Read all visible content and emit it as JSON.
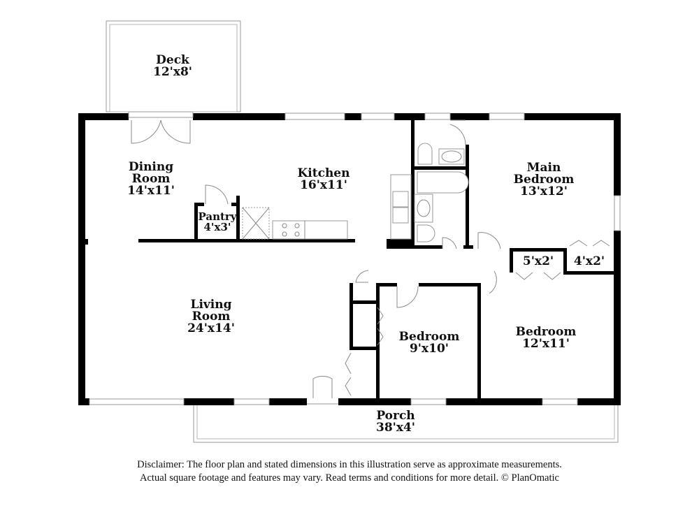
{
  "floorplan": {
    "rooms": [
      {
        "id": "deck",
        "name": "Deck",
        "dimensions": "12'x8'"
      },
      {
        "id": "dining",
        "name_line1": "Dining",
        "name_line2": "Room",
        "dimensions": "14'x11'"
      },
      {
        "id": "kitchen",
        "name": "Kitchen",
        "dimensions": "16'x11'"
      },
      {
        "id": "pantry",
        "name": "Pantry",
        "dimensions": "4'x3'"
      },
      {
        "id": "main-bedroom",
        "name_line1": "Main",
        "name_line2": "Bedroom",
        "dimensions": "13'x12'"
      },
      {
        "id": "closet-1",
        "dimensions": "5'x2'"
      },
      {
        "id": "closet-2",
        "dimensions": "4'x2'"
      },
      {
        "id": "living",
        "name_line1": "Living",
        "name_line2": "Room",
        "dimensions": "24'x14'"
      },
      {
        "id": "bedroom-2",
        "name": "Bedroom",
        "dimensions": "9'x10'"
      },
      {
        "id": "bedroom-3",
        "name": "Bedroom",
        "dimensions": "12'x11'"
      },
      {
        "id": "porch",
        "name": "Porch",
        "dimensions": "38'x4'"
      }
    ],
    "colors": {
      "wall": "#000000",
      "fixture_line": "#9a9a9a",
      "background": "#ffffff"
    }
  },
  "disclaimer": {
    "line1": "Disclaimer: The floor plan and stated dimensions in this illustration serve as approximate measurements.",
    "line2": "Actual square footage and features may vary. Read terms and conditions for more detail. © PlanOmatic"
  }
}
